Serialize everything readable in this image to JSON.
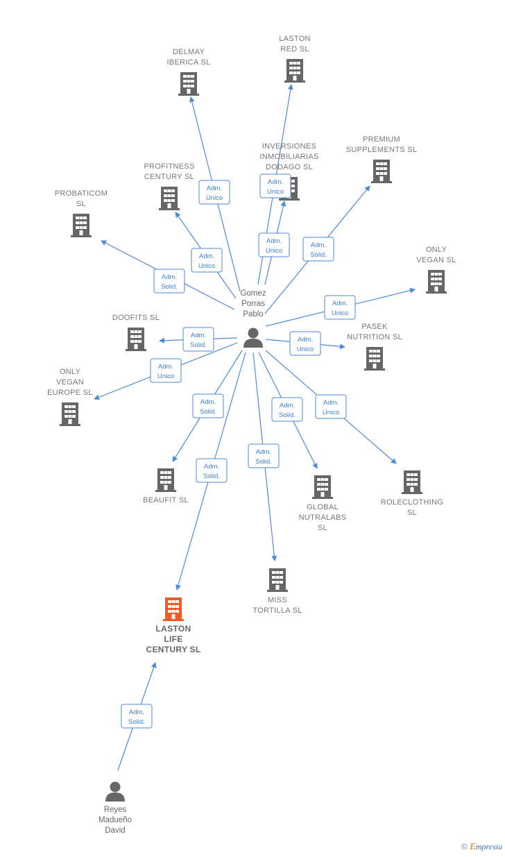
{
  "colors": {
    "edge": "#4a8ad8",
    "building": "#666666",
    "highlight": "#ee5a2a",
    "person": "#666666"
  },
  "persons": [
    {
      "id": "gomez",
      "lines": [
        "Gomez",
        "Porras",
        "Pablo"
      ]
    },
    {
      "id": "reyes",
      "lines": [
        "Reyes",
        "Madueño",
        "David"
      ]
    }
  ],
  "companies": [
    {
      "id": "delmay",
      "lines": [
        "DELMAY",
        "IBERICA SL"
      ]
    },
    {
      "id": "laston_red",
      "lines": [
        "LASTON",
        "RED SL"
      ]
    },
    {
      "id": "inversiones",
      "lines": [
        "INVERSIONES",
        "INMOBILIARIAS",
        "DODAGO  SL"
      ]
    },
    {
      "id": "premium",
      "lines": [
        "PREMIUM",
        "SUPPLEMENTS SL"
      ]
    },
    {
      "id": "profitness",
      "lines": [
        "PROFITNESS",
        "CENTURY  SL"
      ]
    },
    {
      "id": "probaticom",
      "lines": [
        "PROBATICOM",
        "SL"
      ]
    },
    {
      "id": "only_vegan",
      "lines": [
        "ONLY",
        "VEGAN  SL"
      ]
    },
    {
      "id": "doofits",
      "lines": [
        "DOOFITS  SL"
      ]
    },
    {
      "id": "pasek",
      "lines": [
        "PASEK",
        "NUTRITION  SL"
      ]
    },
    {
      "id": "only_vegan_europe",
      "lines": [
        "ONLY",
        "VEGAN",
        "EUROPE  SL"
      ]
    },
    {
      "id": "beaufit",
      "lines": [
        "BEAUFIT  SL"
      ]
    },
    {
      "id": "global",
      "lines": [
        "GLOBAL",
        "NUTRALABS",
        "SL"
      ]
    },
    {
      "id": "roleclothing",
      "lines": [
        "ROLECLOTHING",
        "SL"
      ]
    },
    {
      "id": "miss_tortilla",
      "lines": [
        "MISS",
        "TORTILLA  SL"
      ]
    },
    {
      "id": "laston_life",
      "lines": [
        "LASTON",
        "LIFE",
        "CENTURY  SL"
      ],
      "highlight": true
    }
  ],
  "edges": [
    {
      "from": "gomez",
      "to": "delmay",
      "role": [
        "Adm.",
        "Unico"
      ]
    },
    {
      "from": "gomez",
      "to": "laston_red",
      "role": [
        "Adm.",
        "Unico"
      ]
    },
    {
      "from": "gomez",
      "to": "inversiones",
      "role": [
        "Adm.",
        "Unico"
      ]
    },
    {
      "from": "gomez",
      "to": "premium",
      "role": [
        "Adm.",
        "Solid."
      ]
    },
    {
      "from": "gomez",
      "to": "profitness",
      "role": [
        "Adm.",
        "Unico"
      ]
    },
    {
      "from": "gomez",
      "to": "probaticom",
      "role": [
        "Adm.",
        "Solid."
      ]
    },
    {
      "from": "gomez",
      "to": "only_vegan",
      "role": [
        "Adm.",
        "Unico"
      ]
    },
    {
      "from": "gomez",
      "to": "doofits",
      "role": [
        "Adm.",
        "Solid."
      ]
    },
    {
      "from": "gomez",
      "to": "pasek",
      "role": [
        "Adm.",
        "Unico"
      ]
    },
    {
      "from": "gomez",
      "to": "only_vegan_europe",
      "role": [
        "Adm.",
        "Unico"
      ]
    },
    {
      "from": "gomez",
      "to": "beaufit",
      "role": [
        "Adm.",
        "Solid."
      ]
    },
    {
      "from": "gomez",
      "to": "laston_life",
      "role": [
        "Adm.",
        "Solid."
      ]
    },
    {
      "from": "gomez",
      "to": "miss_tortilla",
      "role": [
        "Adm.",
        "Solid."
      ]
    },
    {
      "from": "gomez",
      "to": "global",
      "role": [
        "Adm.",
        "Solid."
      ]
    },
    {
      "from": "gomez",
      "to": "roleclothing",
      "role": [
        "Adm.",
        "Unico"
      ]
    },
    {
      "from": "reyes",
      "to": "laston_life",
      "role": [
        "Adm.",
        "Solid."
      ]
    }
  ],
  "footer": {
    "copyright": "©",
    "brand_initial": "E",
    "brand_rest": "mpresia"
  }
}
